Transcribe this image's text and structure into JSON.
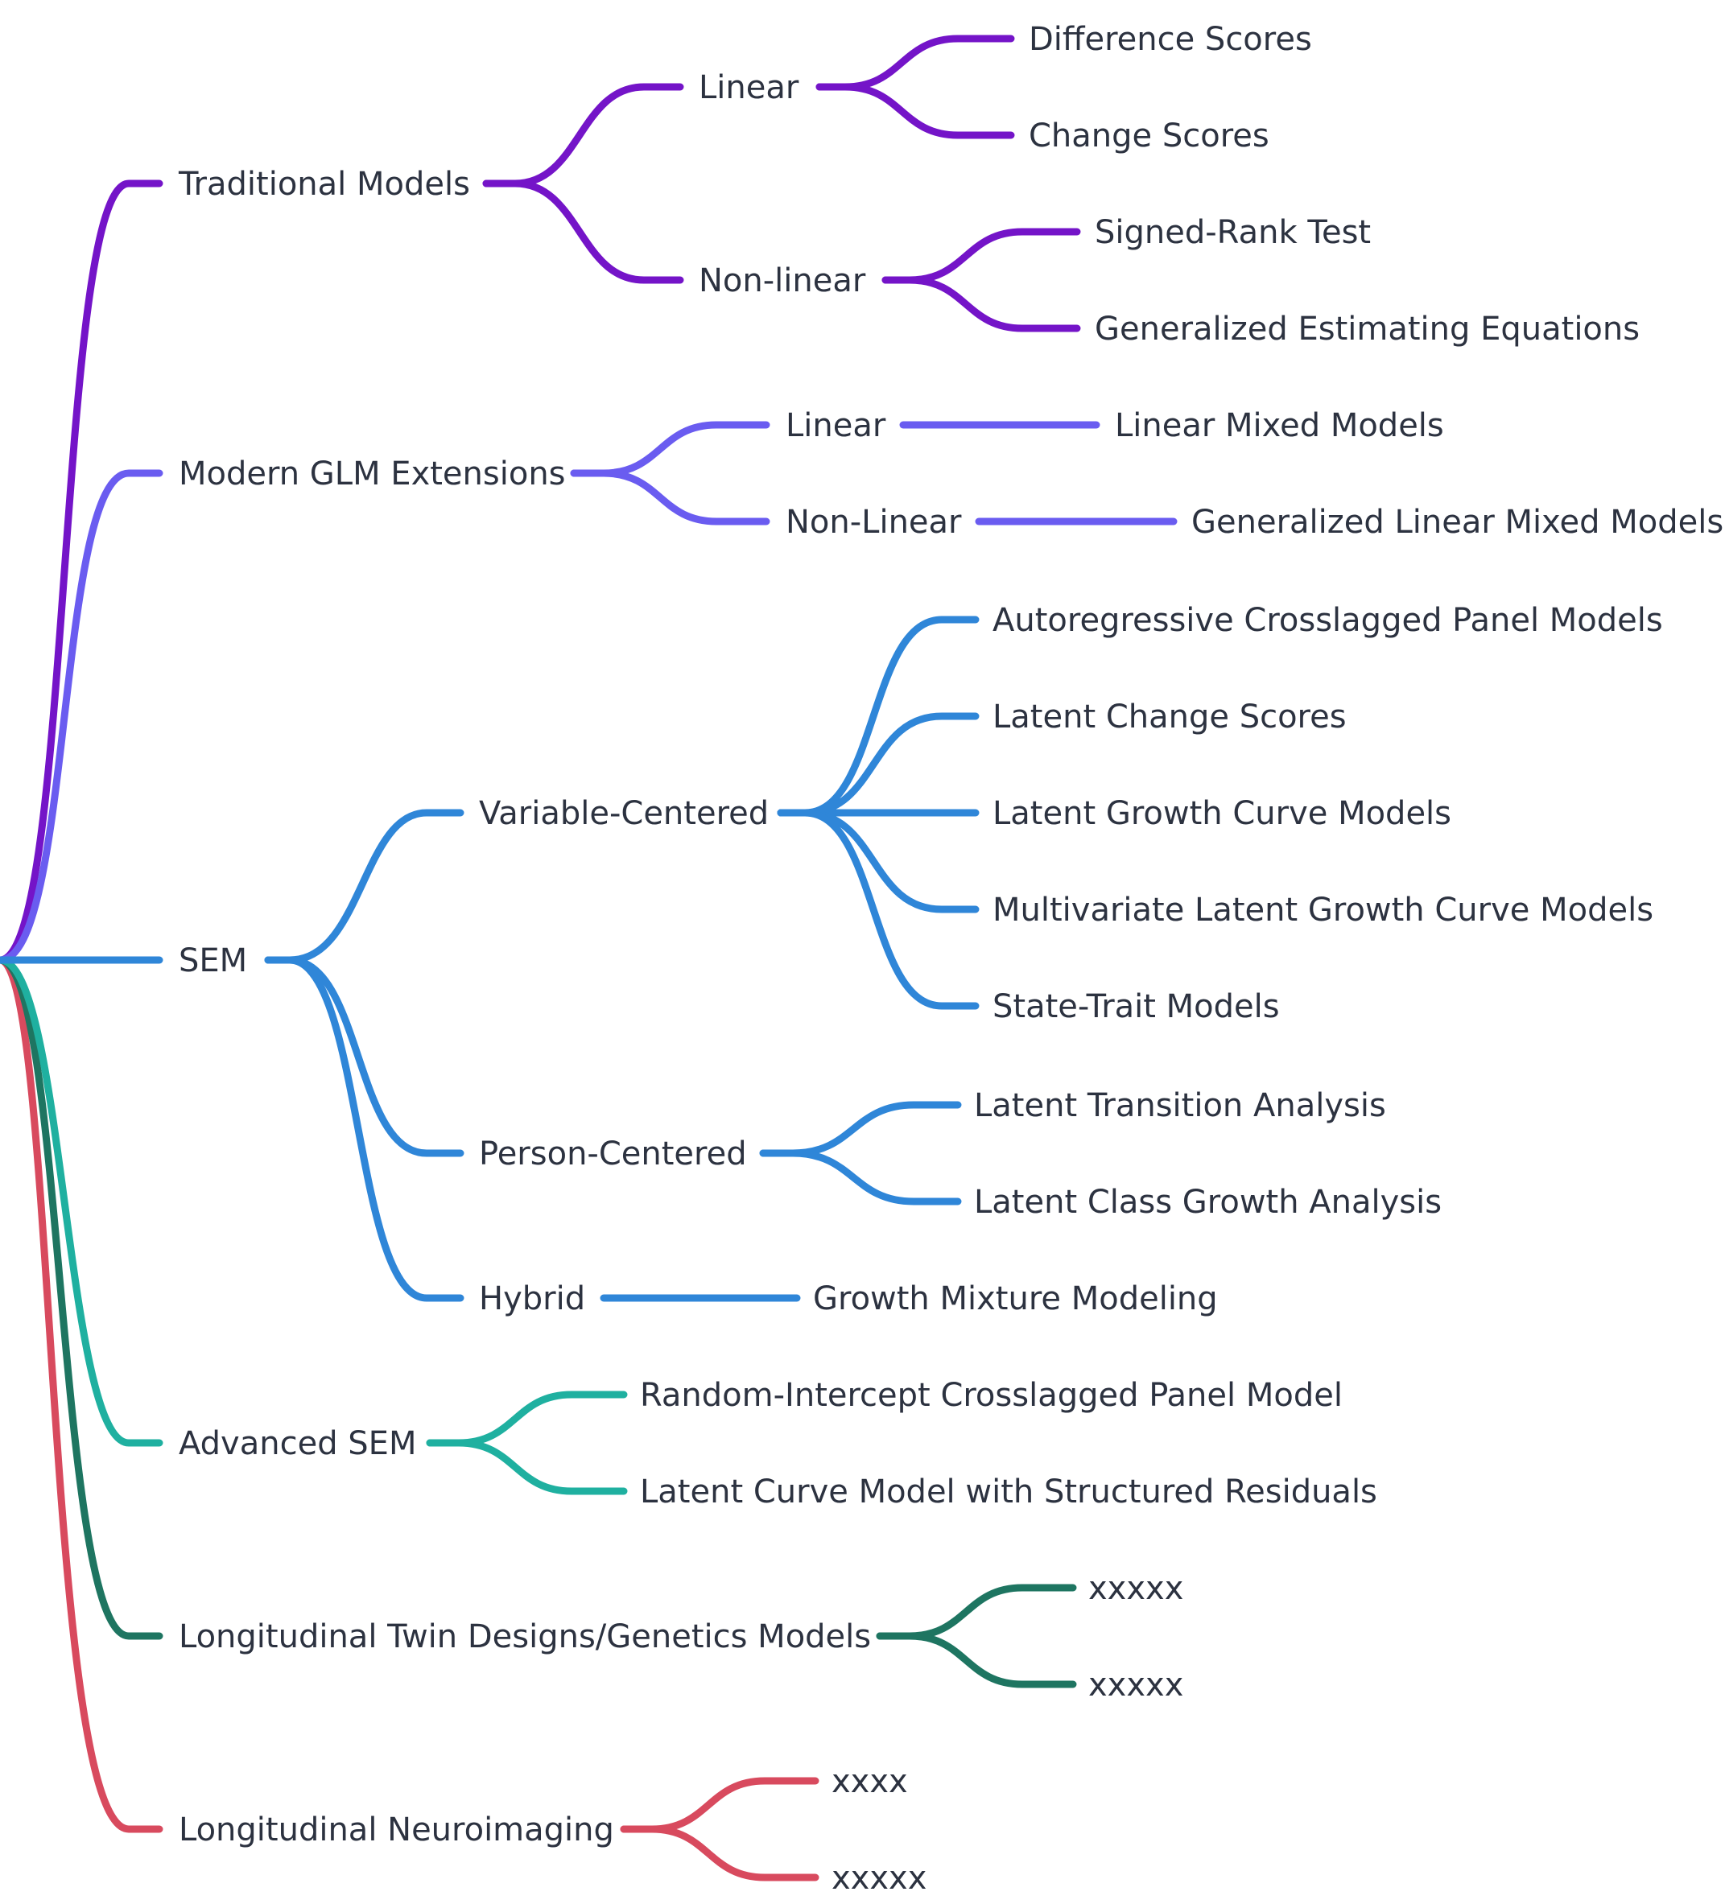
{
  "colors": {
    "traditional": "#7414c8",
    "modern_glm": "#6a5cf0",
    "sem": "#2f86d8",
    "advanced_sem": "#1fb0a0",
    "twin": "#1e7561",
    "neuro": "#d84a5e",
    "text": "#2c3240"
  },
  "tree": {
    "traditional": {
      "label": "Traditional Models",
      "linear": {
        "label": "Linear",
        "children": [
          "Difference Scores",
          "Change Scores"
        ]
      },
      "nonlinear": {
        "label": "Non-linear",
        "children": [
          "Signed-Rank Test",
          "Generalized Estimating Equations"
        ]
      }
    },
    "modern_glm": {
      "label": "Modern GLM Extensions",
      "linear": {
        "label": "Linear",
        "children": [
          "Linear Mixed Models"
        ]
      },
      "nonlinear": {
        "label": "Non-Linear",
        "children": [
          "Generalized Linear Mixed Models"
        ]
      }
    },
    "sem": {
      "label": "SEM",
      "variable_centered": {
        "label": "Variable-Centered",
        "children": [
          "Autoregressive Crosslagged Panel Models",
          "Latent Change Scores",
          "Latent Growth Curve Models",
          "Multivariate Latent Growth Curve Models",
          "State-Trait Models"
        ]
      },
      "person_centered": {
        "label": "Person-Centered",
        "children": [
          "Latent Transition Analysis",
          "Latent Class Growth Analysis"
        ]
      },
      "hybrid": {
        "label": "Hybrid",
        "children": [
          "Growth Mixture Modeling"
        ]
      }
    },
    "advanced_sem": {
      "label": "Advanced SEM",
      "children": [
        "Random-Intercept Crosslagged Panel Model",
        "Latent Curve Model with Structured Residuals"
      ]
    },
    "twin": {
      "label": "Longitudinal Twin Designs/Genetics Models",
      "children": [
        "xxxxx",
        "xxxxx"
      ]
    },
    "neuro": {
      "label": "Longitudinal Neuroimaging",
      "children": [
        "xxxx",
        "xxxxx"
      ]
    }
  }
}
